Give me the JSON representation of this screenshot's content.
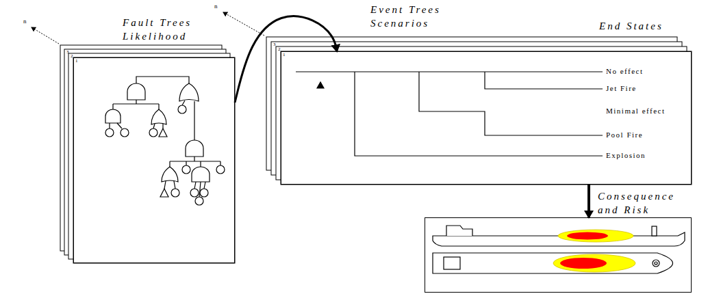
{
  "diagram": {
    "nodes": [
      {
        "text": [
          "Fault Trees Likelihood"
        ]
      },
      {
        "text": [
          "Event Trees Scenarios"
        ]
      },
      {
        "text": [
          "Consequence and Risk"
        ]
      }
    ],
    "edges": [
      {
        "from": 0,
        "to": 1,
        "arrow": "to"
      },
      {
        "from": 1,
        "to": 2,
        "arrow": "to"
      }
    ],
    "labels": [
      "n",
      "3",
      "2",
      "1",
      "n",
      "3",
      "2",
      "1",
      "End States",
      "No effect",
      "Jet Fire",
      "Minimal effect",
      "Pool Fire",
      "Explosion"
    ]
  }
}
